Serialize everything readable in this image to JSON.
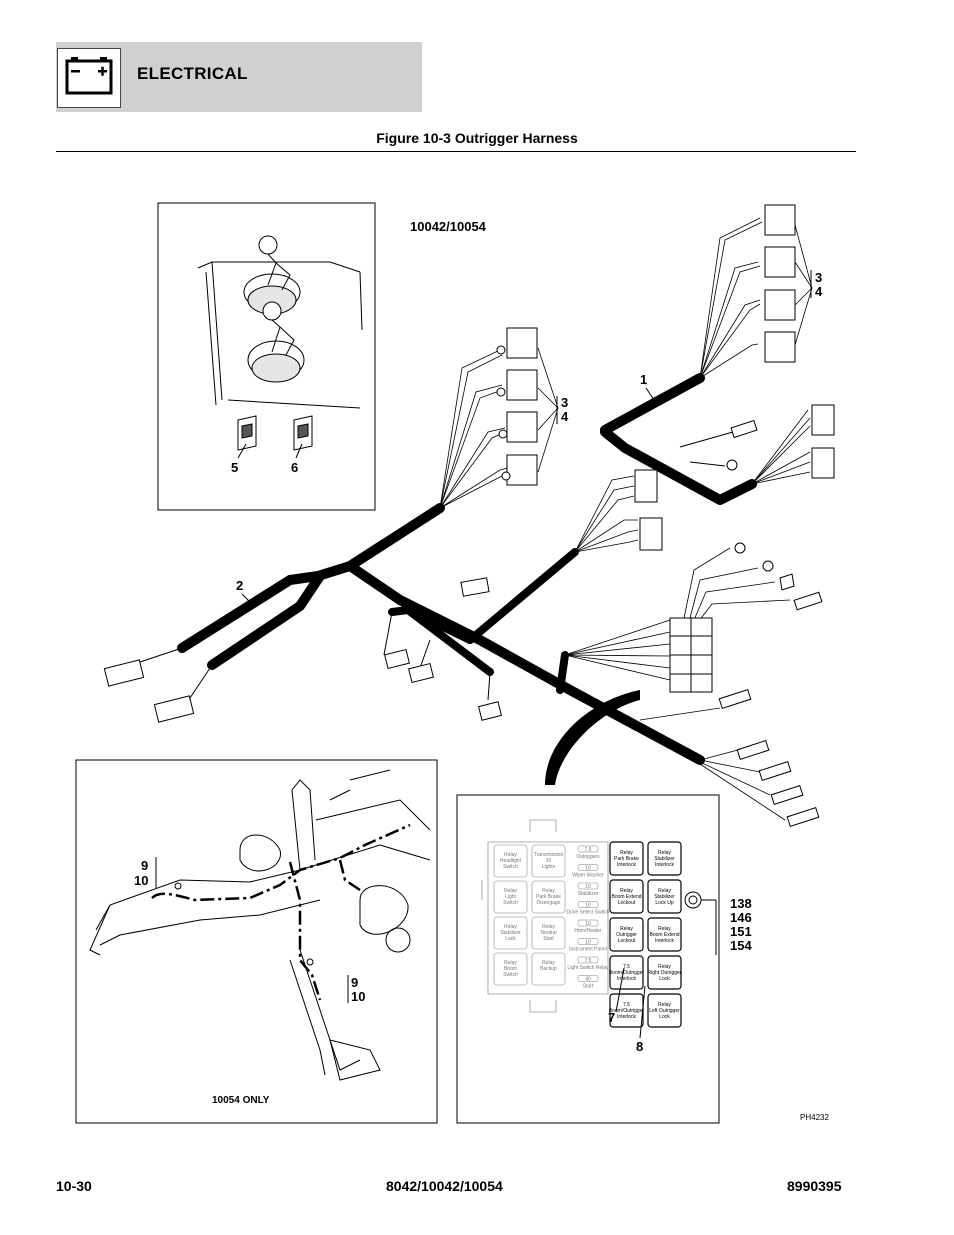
{
  "header": {
    "section": "ELECTRICAL",
    "icon": "battery-icon"
  },
  "figure": {
    "title": "Figure 10-3 Outrigger Harness"
  },
  "model_label": "10042/10054",
  "callouts": {
    "c1": "1",
    "c2": "2",
    "c3a": "3",
    "c4a": "4",
    "c3b": "3",
    "c4b": "4",
    "c5": "5",
    "c6": "6",
    "c7": "7",
    "c8": "8",
    "c9a": "9",
    "c10a": "10",
    "c9b": "9",
    "c10b": "10",
    "c138": "138",
    "c146": "146",
    "c151": "151",
    "c154": "154"
  },
  "inset_bottom_left_label": "10054 ONLY",
  "figure_code": "PH4232",
  "fuse_panel": {
    "col1": [
      {
        "l1": "Relay",
        "l2": "Headlight",
        "l3": "Switch"
      },
      {
        "l1": "Relay",
        "l2": "Light",
        "l3": "Switch"
      },
      {
        "l1": "Relay",
        "l2": "Stabilizer",
        "l3": "Lock"
      },
      {
        "l1": "Relay",
        "l2": "Boom",
        "l3": "Switch"
      }
    ],
    "col2": [
      {
        "l1": "Transmission",
        "l2": "20",
        "l3": "Lights"
      },
      {
        "l1": "Relay",
        "l2": "Park Brake",
        "l3": "Disengage"
      },
      {
        "l1": "Relay",
        "l2": "Neutral",
        "l3": "Start"
      },
      {
        "l1": "Relay",
        "l2": "Backup",
        "l3": ""
      }
    ],
    "col3": [
      {
        "amp": "7.5",
        "name": "Outriggers"
      },
      {
        "amp": "10",
        "name": "Wiper Washer"
      },
      {
        "amp": "10",
        "name": "Stabilizer"
      },
      {
        "amp": "10",
        "name": "Drive Select Switch"
      },
      {
        "amp": "10",
        "name": "Horn/Heater"
      },
      {
        "amp": "10",
        "name": "Instrument Panel"
      },
      {
        "amp": "7.5",
        "name": "Light Switch Relay"
      },
      {
        "amp": "40",
        "name": "Start"
      }
    ],
    "col4": [
      {
        "l1": "Relay",
        "l2": "Park Brake",
        "l3": "Interlock"
      },
      {
        "l1": "Relay",
        "l2": "Boom Extend",
        "l3": "Lockout"
      },
      {
        "l1": "Relay",
        "l2": "Outrigger",
        "l3": "Lockout"
      },
      {
        "l1": "7.5",
        "l2": "Boom/Outrigger",
        "l3": "Interlock"
      },
      {
        "l1": "7.5",
        "l2": "Boom/Outrigger",
        "l3": "Interlock"
      }
    ],
    "col5": [
      {
        "l1": "Relay",
        "l2": "Stabilizer",
        "l3": "Interlock"
      },
      {
        "l1": "Relay",
        "l2": "Stabilizer",
        "l3": "Lock Up"
      },
      {
        "l1": "Relay",
        "l2": "Boom Extend",
        "l3": "Interlock"
      },
      {
        "l1": "Relay",
        "l2": "Right Outrigger",
        "l3": "Lock"
      },
      {
        "l1": "Relay",
        "l2": "Left Outrigger",
        "l3": "Lock"
      }
    ]
  },
  "footer": {
    "page": "10-30",
    "models": "8042/10042/10054",
    "part_number": "8990395"
  }
}
